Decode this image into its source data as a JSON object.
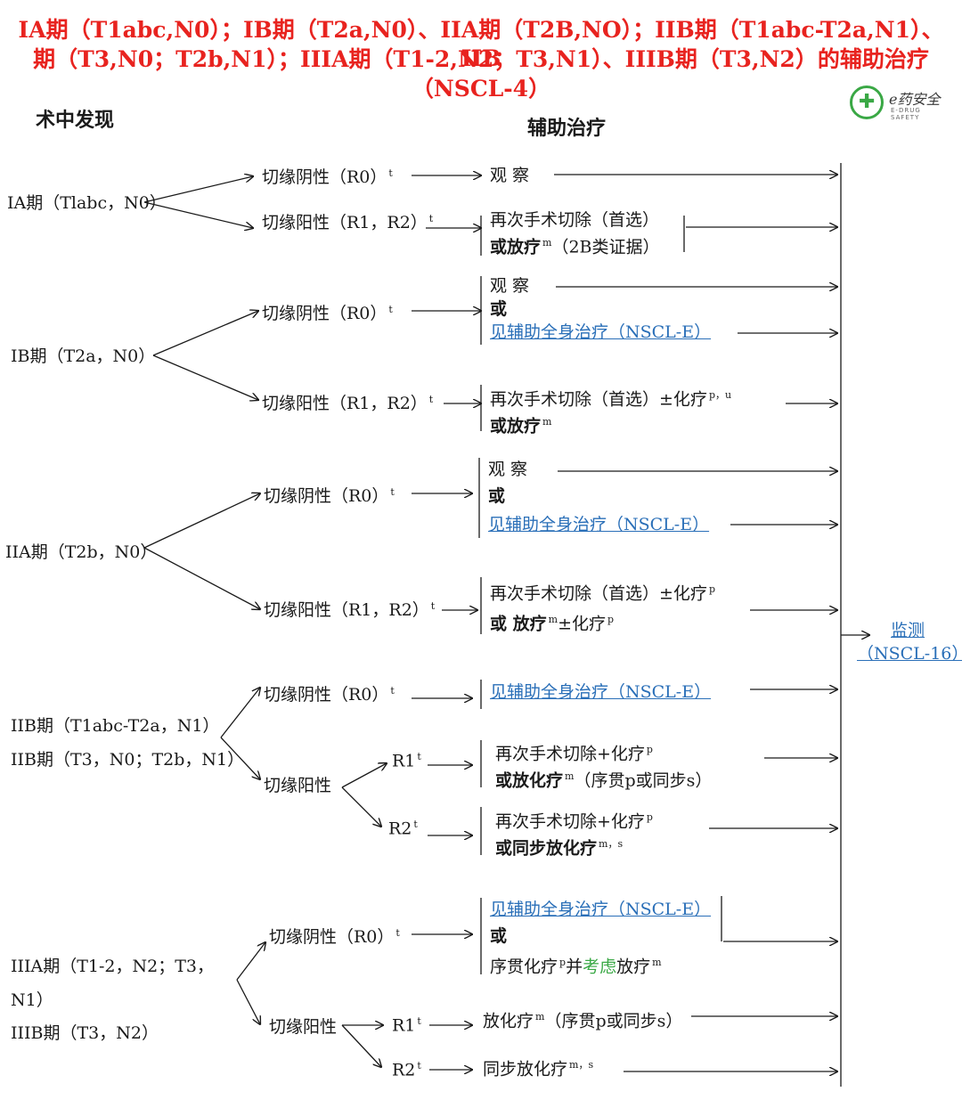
{
  "title": {
    "line1": "IA期（T1abc,N0）；IB期（T2a,N0）、IIA期（T2B,NO）；IIB期（T1abc-T2a,N1）、IIB",
    "line2": "期（T3,N0；T2b,N1）；IIIA期（T1-2,N2；T3,N1）、IIIB期（T3,N2）的辅助治疗",
    "line3": "（NSCL-4）"
  },
  "logo": {
    "icon": "medical-cross-icon",
    "text": "e药安全",
    "sub": "E-DRUG SAFETY"
  },
  "headers": {
    "findings": "术中发现",
    "adjuvant": "辅助治疗"
  },
  "stages": {
    "ia": "IA期（Tlabc，N0）",
    "ib": "IB期（T2a，N0）",
    "iia": "IIA期（T2b，N0）",
    "iib_1": "IIB期（T1abc-T2a，N1）",
    "iib_2": "IIB期（T3，N0；T2b，N1）",
    "iiia_1": "IIIA期（T1-2，N2；T3，",
    "iiia_2": "N1）",
    "iiib": "IIIB期（T3，N2）"
  },
  "nodes": {
    "r0": "切缘阴性（R0）",
    "r1r2": "切缘阳性（R1，R2）",
    "positive": "切缘阳性",
    "r1": "R1",
    "r2": "R2",
    "sup_t": "t"
  },
  "treatments": {
    "observe": "观 察",
    "or": "或",
    "resect_pref": "再次手术切除（首选）",
    "or_rt": "或放疗",
    "evidence_2b": "（2B类证据）",
    "see_systemic": "见辅助全身治疗（NSCL-E）",
    "pm_chemo": "±化疗",
    "or_rt_plain": "或放疗",
    "or_rt_space": "或 放疗",
    "resect_chemo": "再次手术切除+化疗",
    "or_chemort": "或放化疗",
    "seq_or_conc": "（序贯p或同步s）",
    "or_conc_chemort": "或同步放化疗",
    "seq_chemo": "序贯化疗",
    "and": "并",
    "consider": "考虑",
    "rt": "放疗",
    "chemort": "放化疗",
    "conc_chemort": "同步放化疗",
    "sup_m": "m",
    "sup_p": "p",
    "sup_pu": "p，u",
    "sup_ms": "m，s",
    "sup_s": "s"
  },
  "monitor": {
    "label": "监测",
    "ref": "（NSCL-16）"
  }
}
